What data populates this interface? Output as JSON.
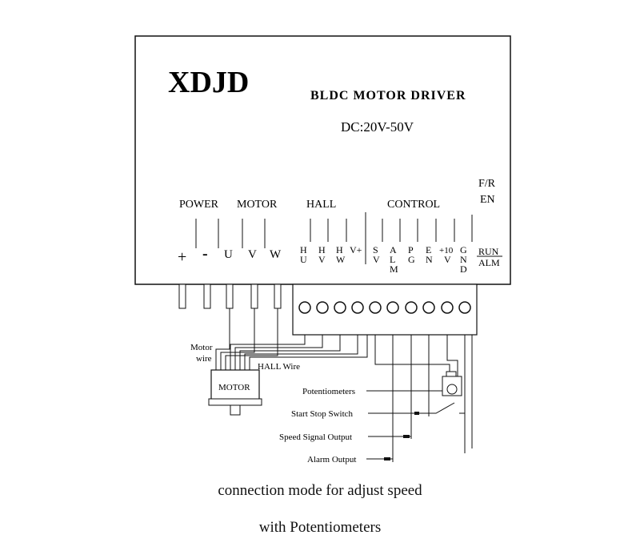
{
  "brand": "XDJD",
  "product_title": "BLDC MOTOR DRIVER",
  "voltage": "DC:20V-50V",
  "side_label_fr": "F/R",
  "side_label_en": "EN",
  "groups": {
    "power": "POWER",
    "motor": "MOTOR",
    "hall": "HALL",
    "control": "CONTROL"
  },
  "terminals": {
    "plus": "+",
    "minus": "-",
    "u": "U",
    "v": "V",
    "w": "W",
    "hu": [
      "H",
      "U"
    ],
    "hv": [
      "H",
      "V"
    ],
    "hw": [
      "H",
      "W"
    ],
    "vplus": "V+",
    "sv": [
      "S",
      "V"
    ],
    "alm": [
      "A",
      "L",
      "M"
    ],
    "pg": [
      "P",
      "G"
    ],
    "en": [
      "E",
      "N"
    ],
    "p10v": [
      "+10",
      "V"
    ],
    "gnd": [
      "G",
      "N",
      "D"
    ],
    "run": "RUN",
    "alm2": "ALM"
  },
  "motor_box_label": "MOTOR",
  "wiring_labels": {
    "motor_wire": [
      "Motor",
      "wire"
    ],
    "hall_wire": "HALL Wire",
    "potentiometers": "Potentiometers",
    "start_stop": "Start Stop Switch",
    "speed_signal": "Speed Signal Output",
    "alarm_output": "Alarm Output"
  },
  "captions": {
    "line1": "connection mode for adjust speed",
    "line2": "with Potentiometers"
  }
}
